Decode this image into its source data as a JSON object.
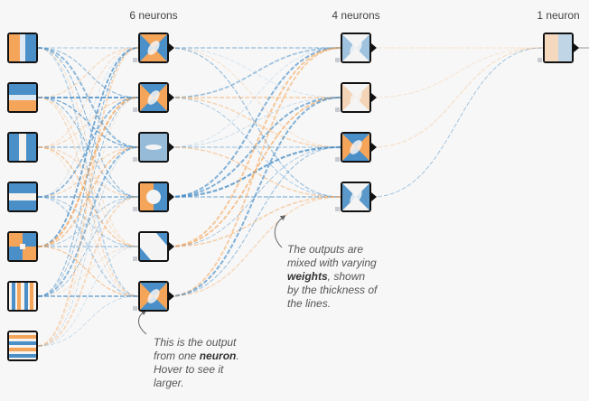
{
  "layers": [
    {
      "label": "",
      "neurons": 7
    },
    {
      "label": "6 neurons",
      "neurons": 6
    },
    {
      "label": "4 neurons",
      "neurons": 4
    },
    {
      "label": "1 neuron",
      "neurons": 1
    }
  ],
  "annotations": {
    "output": {
      "pre": "This is the output from one ",
      "bold": "neuron",
      "post": ". Hover to see it larger."
    },
    "weights": {
      "pre": "The outputs are mixed with varying ",
      "bold": "weights",
      "post": ", shown by the thickness of the lines."
    }
  },
  "colors": {
    "positive": "#f5a55a",
    "negative": "#4a8fc7",
    "neutral": "#e8e8e8",
    "background": "#f7f7f7"
  },
  "icons": [
    "neuron-output-arrow-icon",
    "bias-square-icon",
    "annotation-pointer-icon"
  ]
}
